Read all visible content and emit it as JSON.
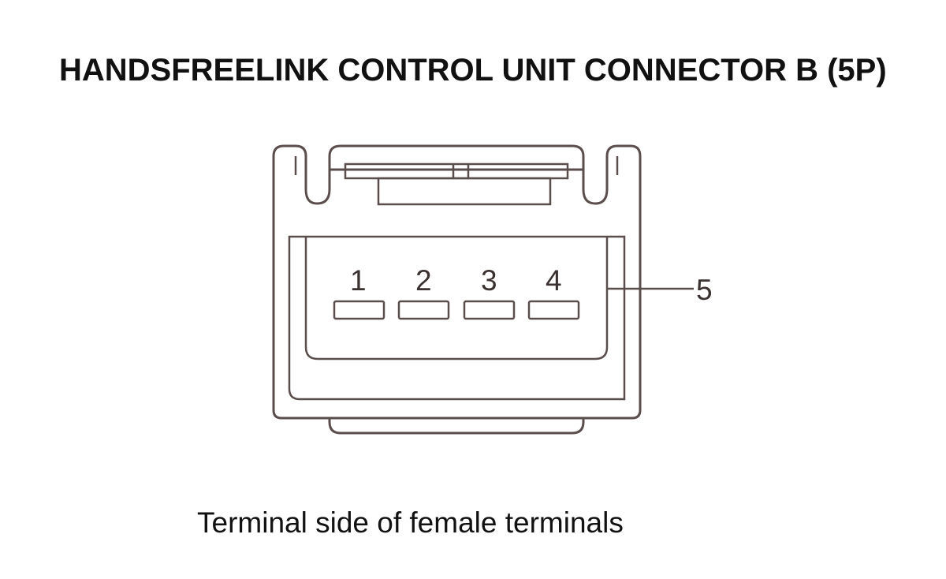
{
  "title": "HANDSFREELINK CONTROL UNIT CONNECTOR B (5P)",
  "caption": "Terminal side of female terminals",
  "terminals": [
    {
      "label": "1"
    },
    {
      "label": "2"
    },
    {
      "label": "3"
    },
    {
      "label": "4"
    }
  ],
  "callout": {
    "label": "5"
  },
  "colors": {
    "line": "#5a4e4c",
    "text": "#111111",
    "background": "#ffffff"
  }
}
